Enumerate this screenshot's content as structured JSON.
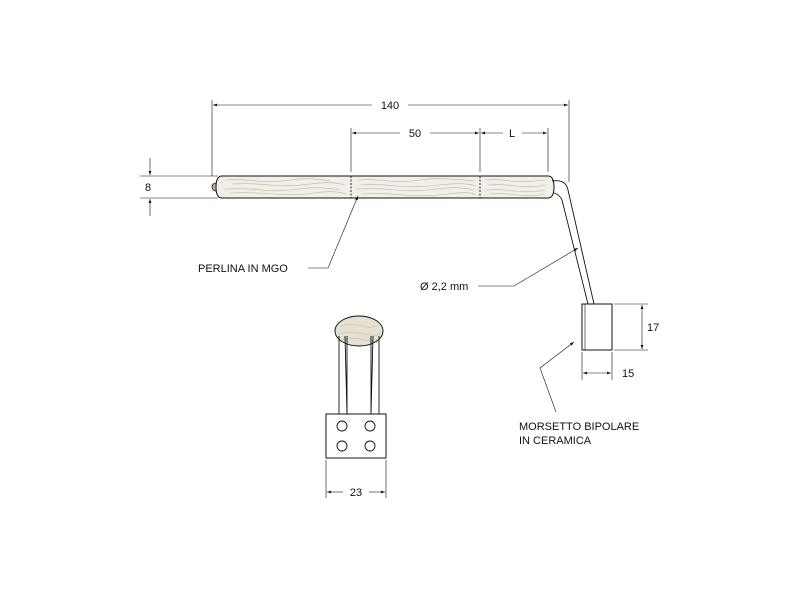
{
  "dimensions": {
    "overall_length": "140",
    "segment_middle": "50",
    "segment_end": "L",
    "diameter": "8",
    "terminal_height": "17",
    "terminal_width": "15",
    "end_view_width": "23"
  },
  "labels": {
    "bead": "PERLINA IN MGO",
    "wire": "Ø 2,2 mm",
    "terminal_line1": "MORSETTO BIPOLARE",
    "terminal_line2": "IN CERAMICA"
  },
  "colors": {
    "line": "#111111",
    "sheath_fill": "#f2efe8",
    "grain": "#b9b3a6",
    "bead_fill": "#e6e0d2"
  }
}
